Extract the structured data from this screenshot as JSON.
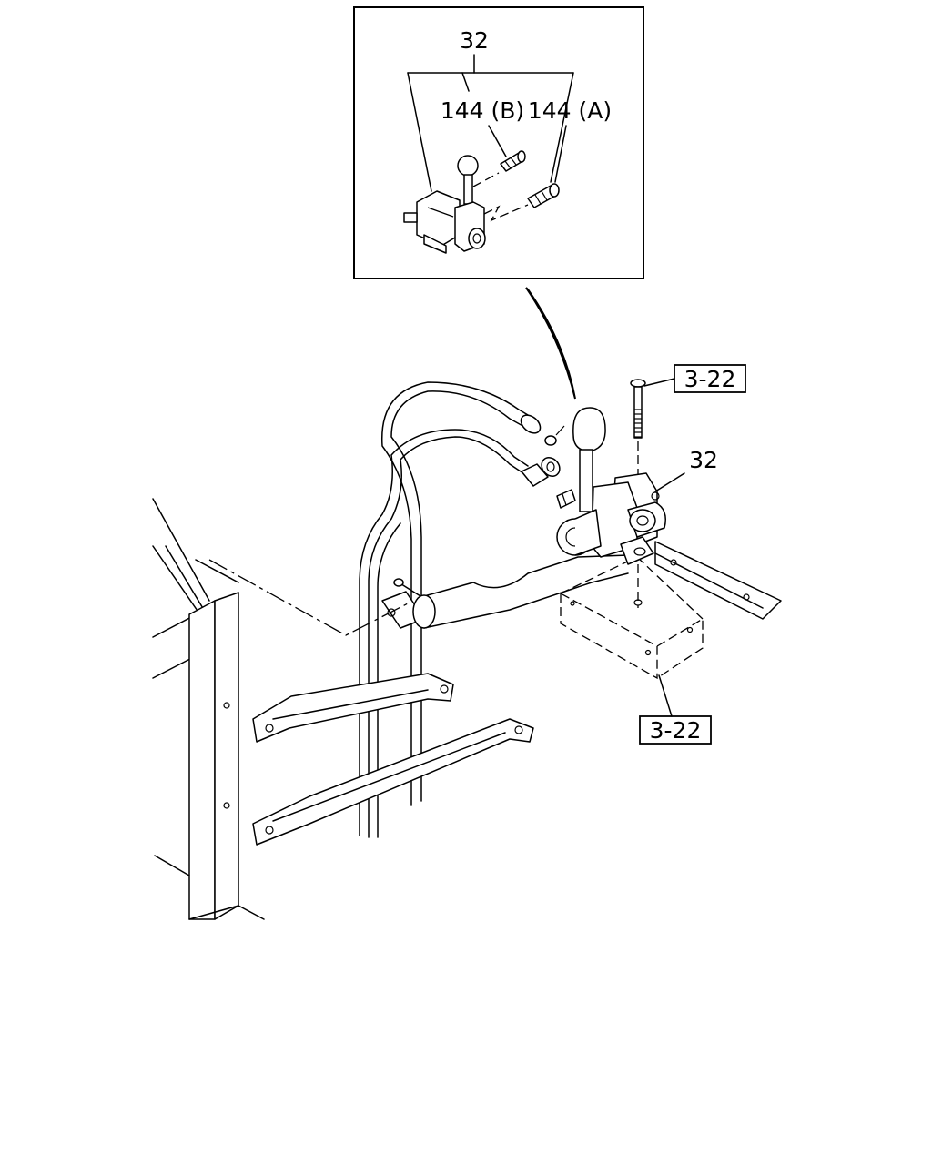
{
  "inset": {
    "assembly_label": "32",
    "part_b_label": "144 (B)",
    "part_a_label": "144 (A)"
  },
  "main": {
    "valve_label": "32",
    "ref_top": "3-22",
    "ref_bottom": "3-22"
  },
  "icons": [
    "parking-brake-valve-icon",
    "frame-rail-icon",
    "brake-pipe-icon",
    "bracket-icon",
    "bolt-icon"
  ]
}
